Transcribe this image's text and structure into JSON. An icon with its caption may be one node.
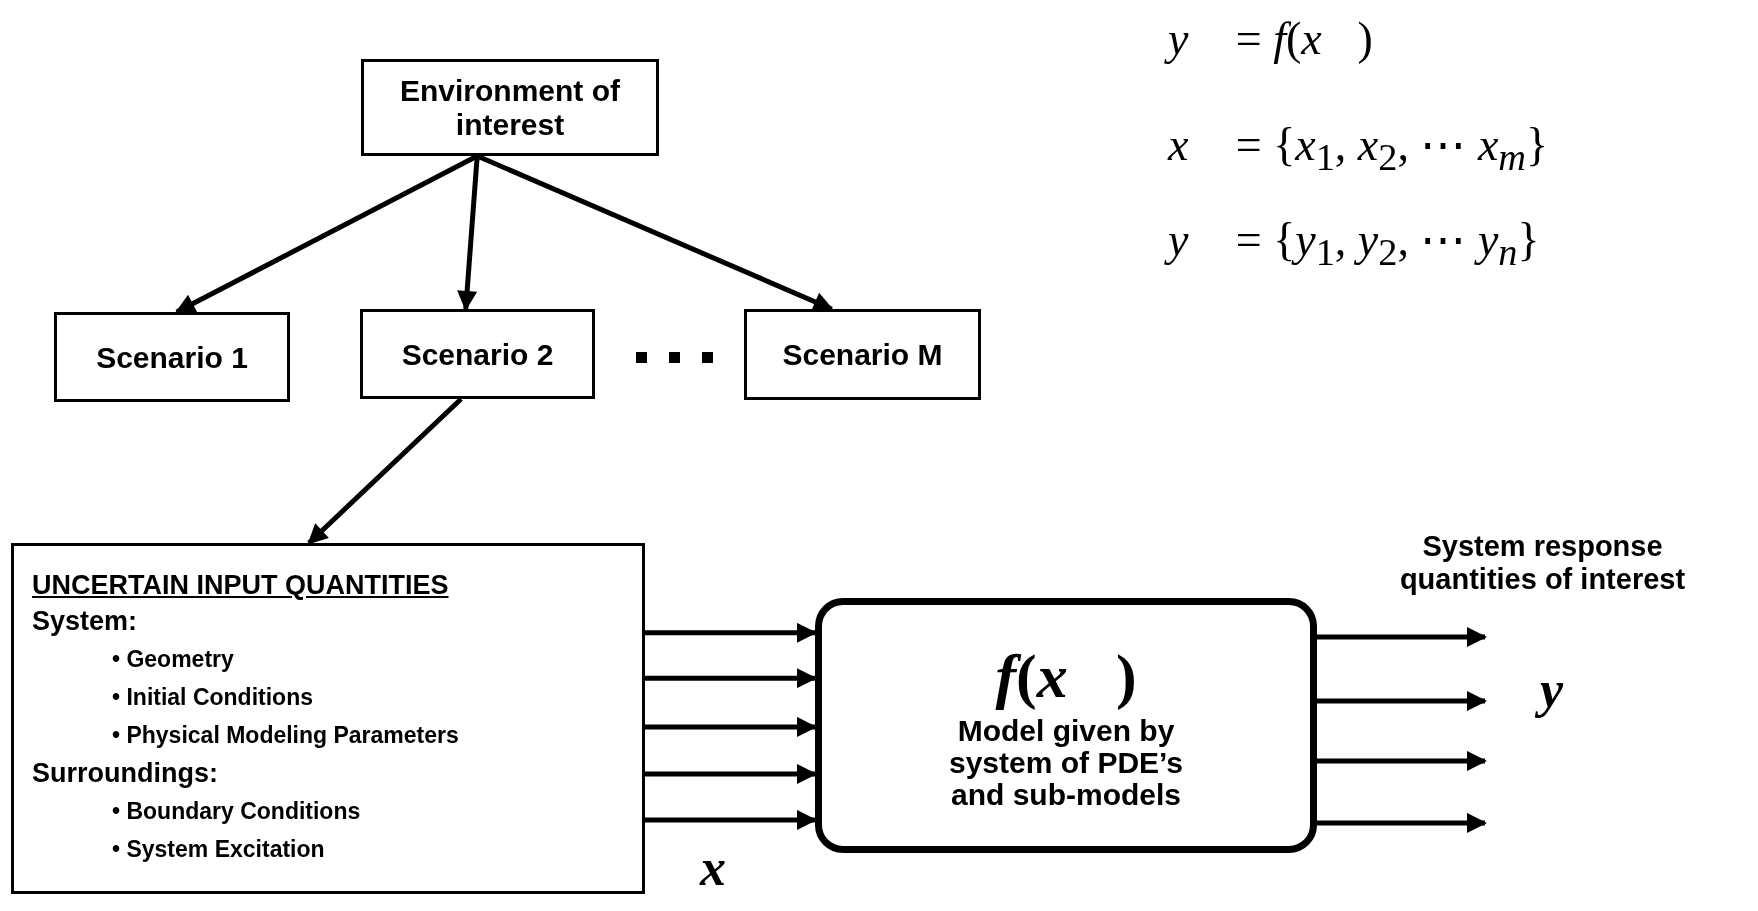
{
  "diagram": {
    "nodes": [
      {
        "text": [
          "Environment of interest"
        ]
      },
      {
        "text": [
          "Scenario 1"
        ]
      },
      {
        "text": [
          "Scenario 2"
        ]
      },
      {
        "text": [
          "Scenario M"
        ]
      },
      {
        "text": [
          "UNCERTAIN INPUT QUANTITIES",
          "System:",
          "• Geometry",
          "• Initial Conditions",
          "• Physical Modeling Parameters",
          "Surroundings:",
          "• Boundary Conditions",
          "• System Excitation"
        ]
      },
      {
        "text": [
          "*f*(*x⃗*)",
          "Model given by system of PDE’s and sub-models"
        ]
      }
    ],
    "edges": [
      {
        "from": 0,
        "to": 1,
        "arrow": "to"
      },
      {
        "from": 0,
        "to": 2,
        "arrow": "to"
      },
      {
        "from": 0,
        "to": 3,
        "arrow": "to"
      },
      {
        "from": 2,
        "to": 4,
        "arrow": "to"
      },
      {
        "from": 4,
        "to": 5,
        "arrow": "to"
      },
      {
        "from": 4,
        "to": 5,
        "arrow": "to"
      },
      {
        "from": 4,
        "to": 5,
        "arrow": "to"
      },
      {
        "from": 4,
        "to": 5,
        "arrow": "to"
      },
      {
        "from": 4,
        "to": 5,
        "arrow": "to"
      },
      {
        "from": 5,
        "to": null,
        "arrow": "to"
      },
      {
        "from": 5,
        "to": null,
        "arrow": "to"
      },
      {
        "from": 5,
        "to": null,
        "arrow": "to"
      },
      {
        "from": 5,
        "to": null,
        "arrow": "to"
      }
    ],
    "labels": [
      "*y⃗* = *f*(*x⃗*)",
      "*x⃗* = {*x*$_{1}$, *x*$_{2}$, ⋯ *x$_{m}$*}",
      "*y⃗* = {*y*$_{1}$, *y*$_{2}$, ⋯ *y$_{n}$*}",
      "System response quantities of interest",
      "x⃗",
      "y⃗"
    ]
  }
}
